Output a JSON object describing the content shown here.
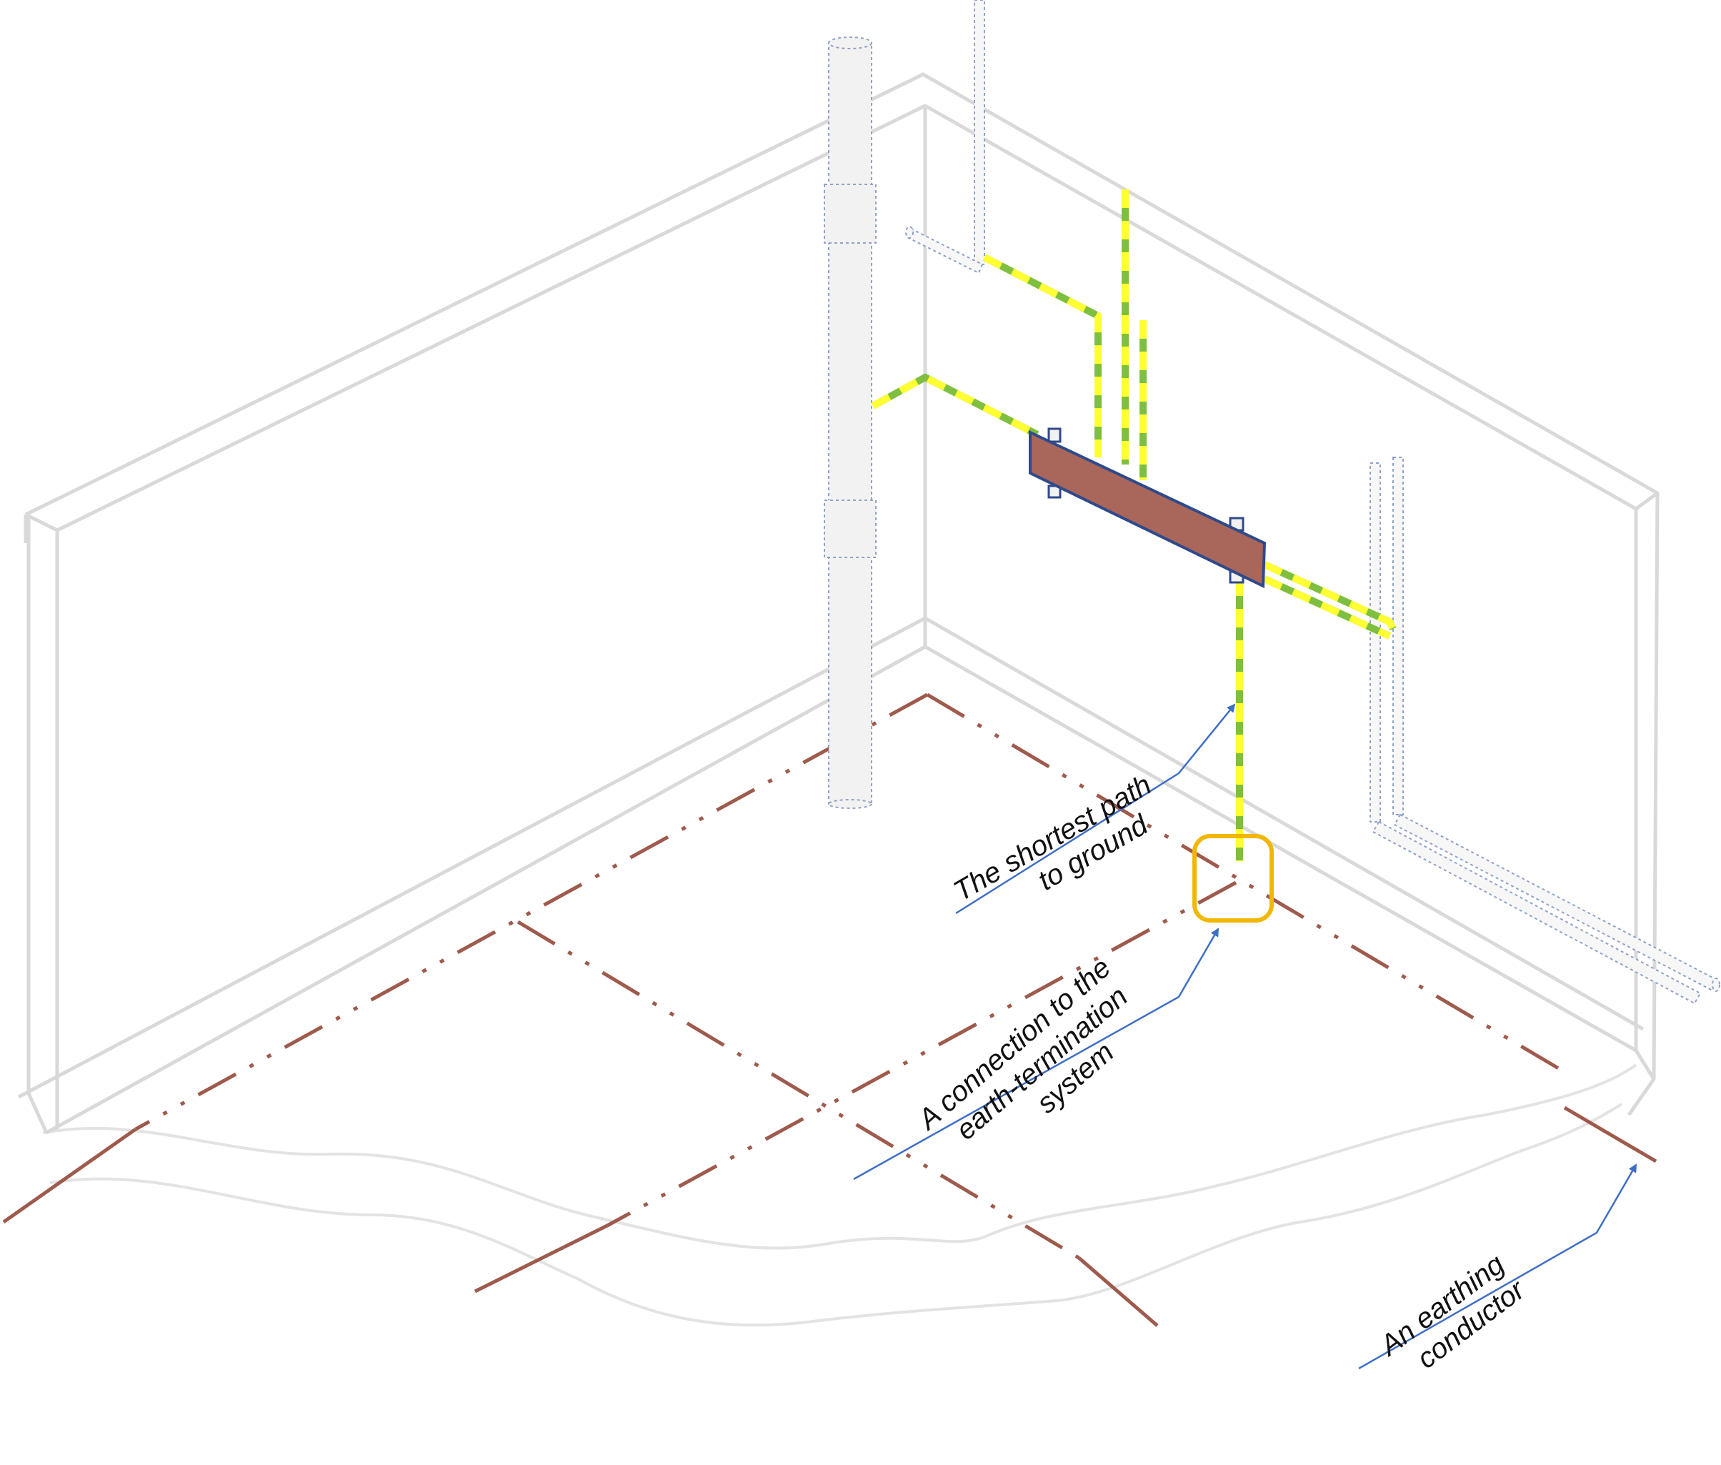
{
  "diagram": {
    "labels": {
      "shortest_path": [
        "The shortest path",
        "to ground"
      ],
      "connection": [
        "A connection to the",
        "earth-termination",
        "system"
      ],
      "earthing_conductor": [
        "An earthing",
        "conductor"
      ]
    },
    "colors": {
      "wall_outline": "#d9d9d9",
      "pipe_fill": "#f2f2f2",
      "pipe_outline": "#8fa3c7",
      "earth_wire_yellow": "#ffff33",
      "earth_wire_green": "#7fbf3f",
      "bonding_bar_fill": "#a9665a",
      "bonding_bar_outline": "#2f4a8a",
      "earth_electrode": "#9e5a4c",
      "highlight_box": "#f2b705",
      "callout_line": "#3f6fc4",
      "ground_line": "#e6e6e6"
    },
    "icons": {
      "arrow": "arrowhead",
      "highlight": "rounded-square"
    }
  }
}
